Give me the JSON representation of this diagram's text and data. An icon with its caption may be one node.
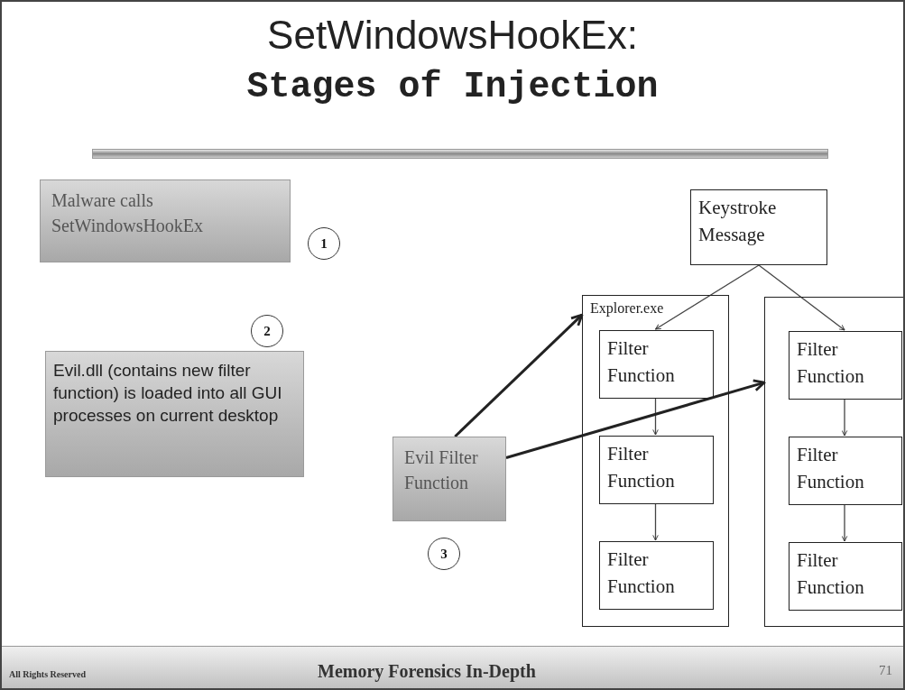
{
  "diagram": {
    "title": "SetWindowsHookEx:",
    "nodes": [
      {
        "text": [
          "Malware calls SetWindowsHookEx"
        ]
      },
      {
        "text": [
          "1"
        ]
      },
      {
        "text": [
          "2"
        ]
      },
      {
        "text": [
          "Evil.dll (contains new filter function) is loaded into all GUI processes on current desktop"
        ]
      },
      {
        "text": [
          "Keystroke Message"
        ]
      },
      {
        "text": [
          "Explorer.exe"
        ]
      },
      {
        "text": [
          "Filter Function"
        ],
        "in": 5
      },
      {
        "text": [
          "Filter Function"
        ],
        "in": 5
      },
      {
        "text": [
          "Filter Function"
        ],
        "in": 5
      },
      {
        "text": [],
        "shape": "box"
      },
      {
        "text": [
          "Filter Function"
        ],
        "in": 9
      },
      {
        "text": [
          "Filter Function"
        ],
        "in": 9
      },
      {
        "text": [
          "Filter Function"
        ],
        "in": 9
      },
      {
        "text": [
          "Evil Filter Function"
        ]
      },
      {
        "text": [
          "3"
        ]
      }
    ],
    "edges": [
      {
        "from": 4,
        "to": 6,
        "arrow": "to"
      },
      {
        "from": 4,
        "to": 10,
        "arrow": "to"
      },
      {
        "from": 6,
        "to": 7,
        "arrow": "to"
      },
      {
        "from": 7,
        "to": 8,
        "arrow": "to"
      },
      {
        "from": 10,
        "to": 11,
        "arrow": "to"
      },
      {
        "from": 11,
        "to": 12,
        "arrow": "to"
      },
      {
        "from": 13,
        "to": 5,
        "arrow": "to",
        "style": "thick"
      },
      {
        "from": 13,
        "to": 9,
        "arrow": "to",
        "style": "thick"
      }
    ],
    "labels": [
      "Stages of Injection",
      "All Rights Reserved",
      "Memory Forensics In-Depth",
      "71"
    ]
  }
}
